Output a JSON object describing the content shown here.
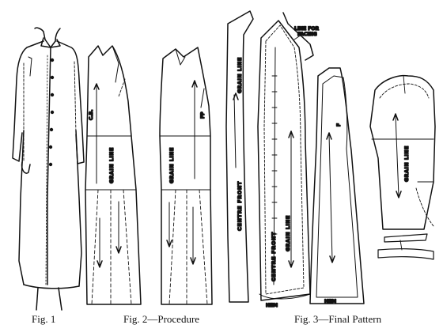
{
  "figures": {
    "fig1_caption": "Fig. 1",
    "fig2_caption": "Fig. 2—Procedure",
    "fig3_caption": "Fig. 3—Final Pattern"
  },
  "labels": {
    "grain_line": "GRAIN LINE",
    "centre_front": "CENTRE FRONT",
    "line_for_facing_1": "LINE FOR",
    "line_for_facing_2": "FACING",
    "hem": "HEM",
    "cb": "C.B.",
    "fp": "FP",
    "f": "F"
  },
  "colors": {
    "ink": "#111111",
    "paper": "#ffffff"
  }
}
